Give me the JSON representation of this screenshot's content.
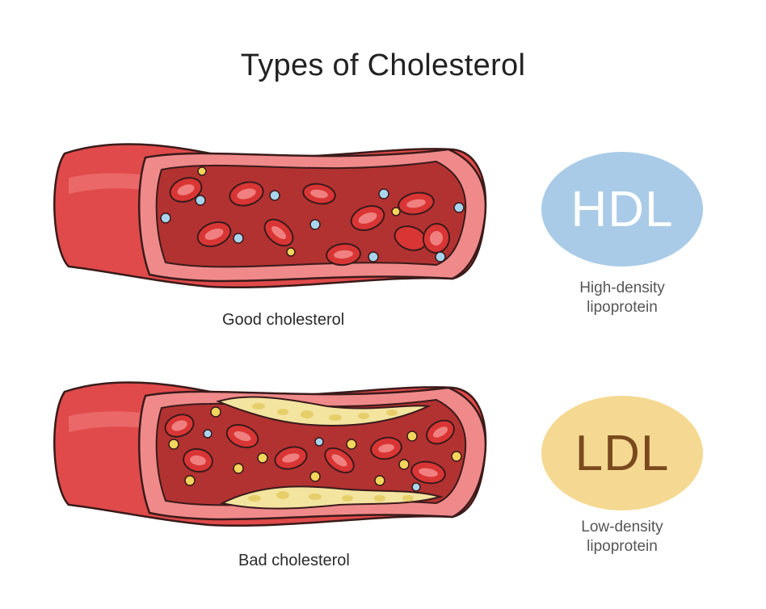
{
  "title": "Types of Cholesterol",
  "good": {
    "caption": "Good cholesterol",
    "badge": "HDL",
    "description_line1": "High-density",
    "description_line2": "lipoprotein"
  },
  "bad": {
    "caption": "Bad cholesterol",
    "badge": "LDL",
    "description_line1": "Low-density",
    "description_line2": "lipoprotein"
  },
  "colors": {
    "vessel_outer": "#e04a4a",
    "vessel_wall": "#f08a8a",
    "vessel_inner": "#b23232",
    "red_cell": "#d93535",
    "hdl_particle": "#a9d4ee",
    "ldl_particle": "#f2d55c",
    "plaque": "#f3e4a0",
    "hdl_badge": "#a9cbe7",
    "ldl_badge": "#f5d992"
  }
}
